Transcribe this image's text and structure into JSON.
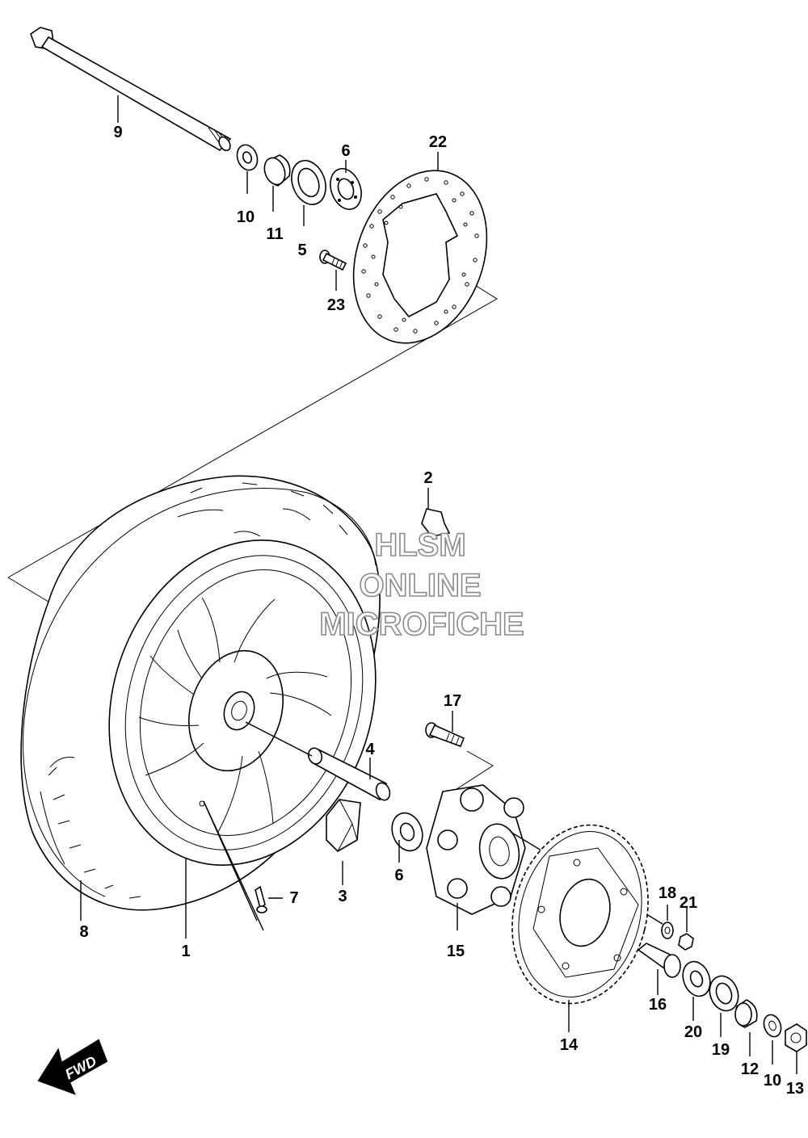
{
  "watermark": {
    "line1": "HLSM",
    "line2": "ONLINE",
    "line3": "MICROFICHE"
  },
  "direction_arrow": {
    "label": "FWD",
    "icon": "fwd-arrow-icon"
  },
  "callouts": {
    "c1": "1",
    "c2": "2",
    "c3": "3",
    "c4": "4",
    "c5": "5",
    "c6a": "6",
    "c6b": "6",
    "c7": "7",
    "c8": "8",
    "c9": "9",
    "c10a": "10",
    "c10b": "10",
    "c11": "11",
    "c12": "12",
    "c13": "13",
    "c14": "14",
    "c15": "15",
    "c16": "16",
    "c17": "17",
    "c18": "18",
    "c19": "19",
    "c20": "20",
    "c21": "21",
    "c22": "22",
    "c23": "23"
  }
}
